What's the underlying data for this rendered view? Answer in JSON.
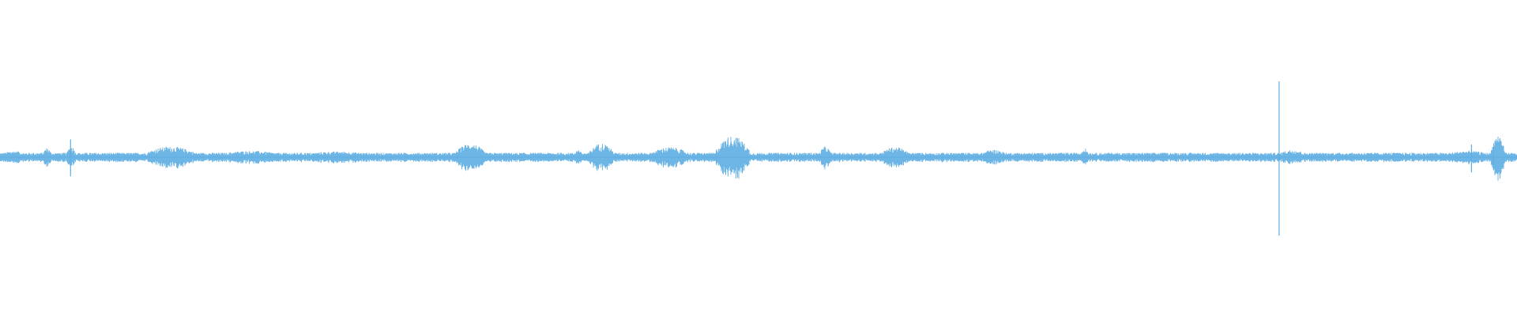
{
  "waveform": {
    "color": "#5DADE2",
    "background": "#FFFFFF",
    "baseline_amplitude": 0.035,
    "segments": [
      {
        "from": 0.0,
        "to": 0.018,
        "amp": 0.05
      },
      {
        "from": 0.028,
        "to": 0.034,
        "amp": 0.075
      },
      {
        "from": 0.044,
        "to": 0.05,
        "amp": 0.09
      },
      {
        "from": 0.095,
        "to": 0.13,
        "amp": 0.085
      },
      {
        "from": 0.14,
        "to": 0.19,
        "amp": 0.05
      },
      {
        "from": 0.195,
        "to": 0.25,
        "amp": 0.045
      },
      {
        "from": 0.3,
        "to": 0.32,
        "amp": 0.11
      },
      {
        "from": 0.378,
        "to": 0.384,
        "amp": 0.06
      },
      {
        "from": 0.388,
        "to": 0.405,
        "amp": 0.11
      },
      {
        "from": 0.428,
        "to": 0.455,
        "amp": 0.08
      },
      {
        "from": 0.472,
        "to": 0.494,
        "amp": 0.17
      },
      {
        "from": 0.54,
        "to": 0.548,
        "amp": 0.085
      },
      {
        "from": 0.58,
        "to": 0.6,
        "amp": 0.08
      },
      {
        "from": 0.645,
        "to": 0.665,
        "amp": 0.06
      },
      {
        "from": 0.712,
        "to": 0.718,
        "amp": 0.07
      },
      {
        "from": 0.842,
        "to": 0.862,
        "amp": 0.06
      },
      {
        "from": 0.95,
        "to": 0.985,
        "amp": 0.05
      },
      {
        "from": 0.983,
        "to": 0.992,
        "amp": 0.18
      }
    ],
    "spikes": [
      {
        "pos": 0.0465,
        "up": 0.14,
        "down": 0.15
      },
      {
        "pos": 0.8432,
        "up": 0.6,
        "down": 0.62
      },
      {
        "pos": 0.97,
        "up": 0.1,
        "down": 0.12
      },
      {
        "pos": 0.9845,
        "up": 0.08,
        "down": 0.1
      }
    ]
  }
}
